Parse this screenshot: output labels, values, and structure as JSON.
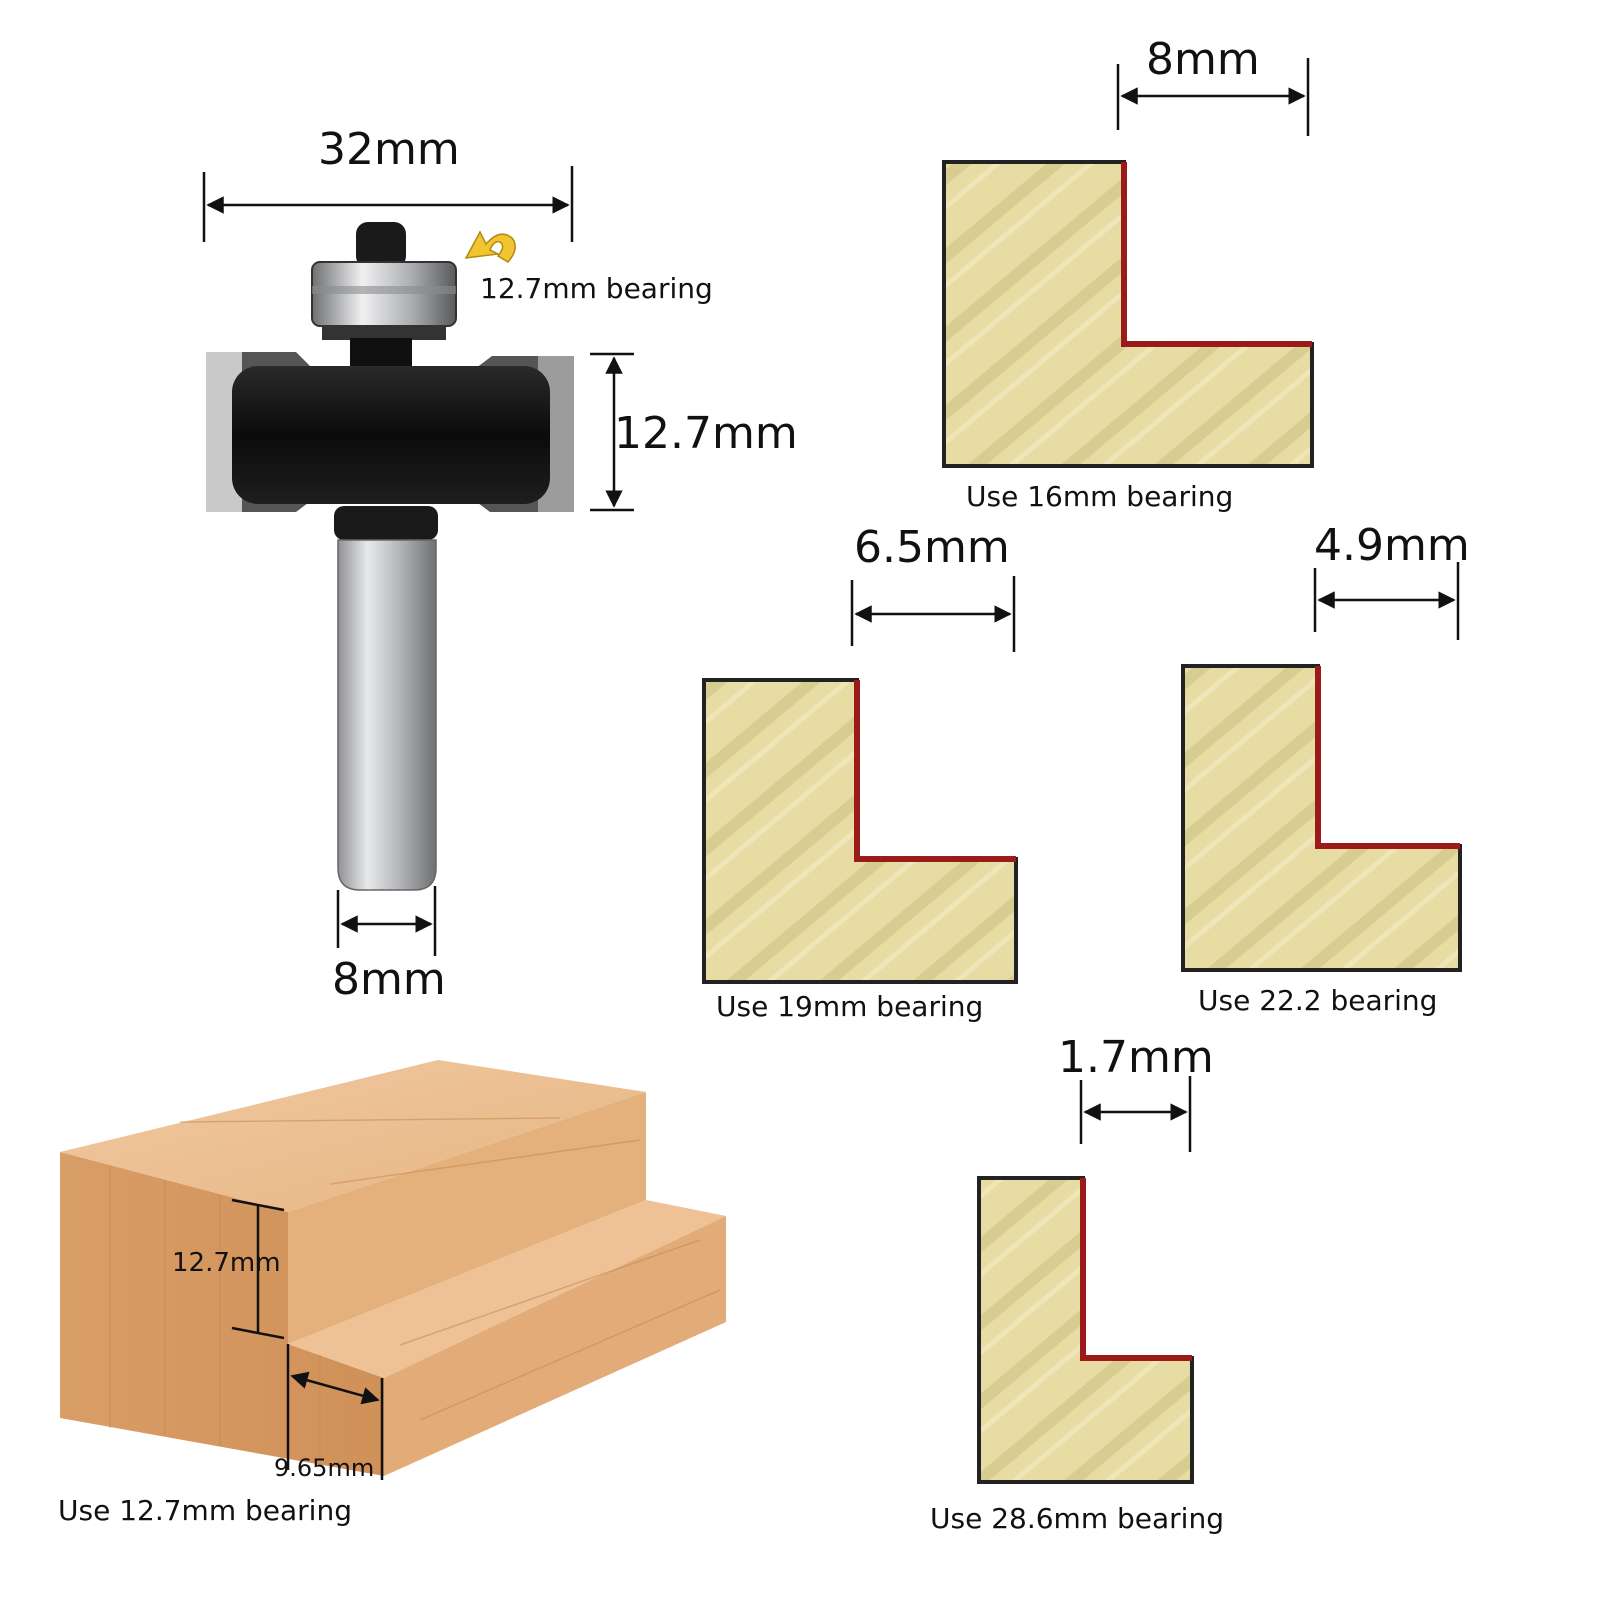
{
  "router_bit": {
    "cut_diameter": "32mm",
    "bearing_label": "12.7mm bearing",
    "cut_height": "12.7mm",
    "shank_diameter": "8mm"
  },
  "board": {
    "step_height": "12.7mm",
    "step_depth": "9.65mm",
    "caption": "Use 12.7mm bearing"
  },
  "profiles": [
    {
      "dimension": "8mm",
      "caption": "Use 16mm bearing"
    },
    {
      "dimension": "6.5mm",
      "caption": "Use 19mm bearing"
    },
    {
      "dimension": "4.9mm",
      "caption": "Use 22.2 bearing"
    },
    {
      "dimension": "1.7mm",
      "caption": "Use 28.6mm bearing"
    }
  ],
  "colors": {
    "wood_profile": "#e6dca4",
    "wood_profile_stripe": "#c9bd7c",
    "cut_edge": "#9b1a1a",
    "board_face": "#e9b98a",
    "board_side": "#d69a62",
    "bearing_arrow": "#f2c431"
  }
}
